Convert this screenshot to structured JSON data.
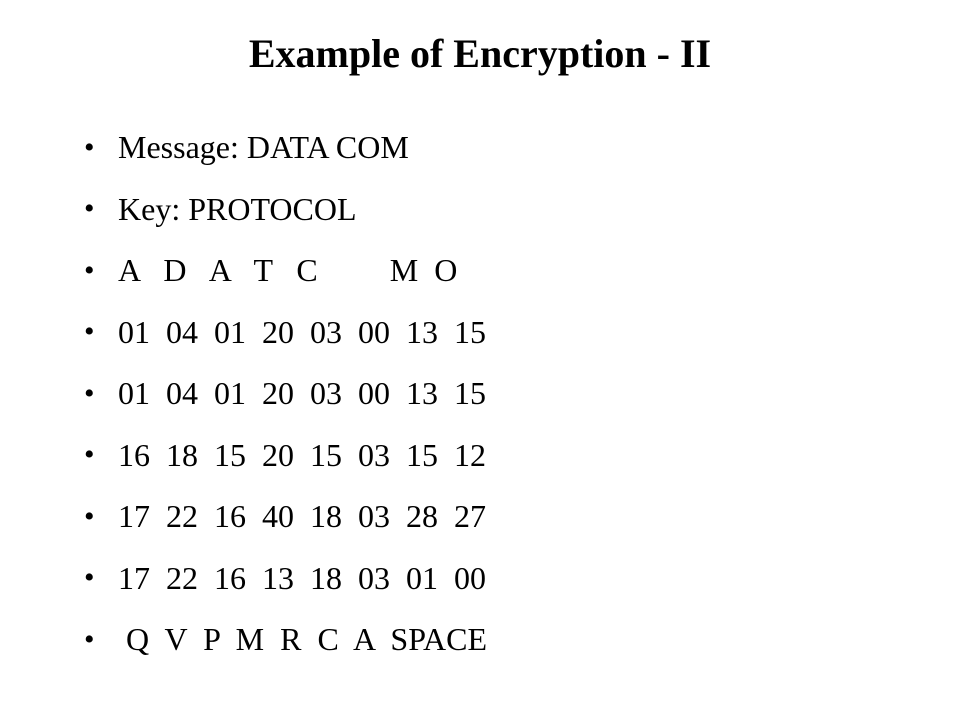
{
  "slide": {
    "title": "Example of Encryption - II",
    "bullet_glyph": "•",
    "bullets": [
      "Message: DATA COM",
      "Key: PROTOCOL",
      "A   D   A   T   C         M  O",
      "01  04  01  20  03  00  13  15",
      "01  04  01  20  03  00  13  15",
      "16  18  15  20  15  03  15  12",
      "17  22  16  40  18  03  28  27",
      "17  22  16  13  18  03  01  00",
      " Q  V  P  M  R  C  A  SPACE"
    ]
  }
}
